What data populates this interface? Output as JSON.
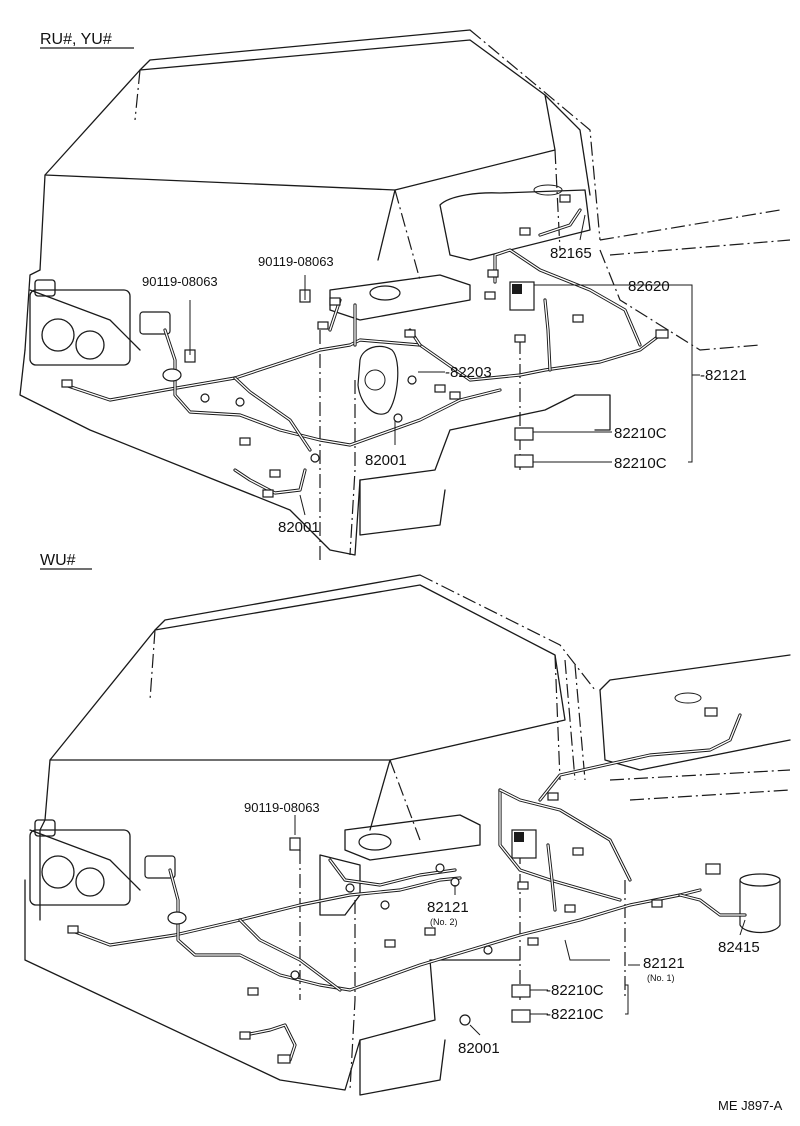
{
  "sections": [
    {
      "model": "RU#, YU#",
      "labels": {
        "bolt_upper": "90119-08063",
        "bolt_left": "90119-08063",
        "p82165": "82165",
        "p82620": "82620",
        "p82203": "-82203",
        "p82121": "-82121",
        "p82210c_a": "82210C",
        "p82210c_b": "82210C",
        "p82001_a": "82001",
        "p82001_b": "82001"
      }
    },
    {
      "model": "WU#",
      "labels": {
        "bolt": "90119-08063",
        "p82121_no2": "82121",
        "p82121_no2_sub": "(No. 2)",
        "p82121_no1": "82121",
        "p82121_no1_sub": "(No. 1)",
        "p82415": "82415",
        "p82210c_a": "-82210C",
        "p82210c_b": "-82210C",
        "p82001": "82001"
      }
    }
  ],
  "footer": {
    "code": "ME J897-A"
  }
}
